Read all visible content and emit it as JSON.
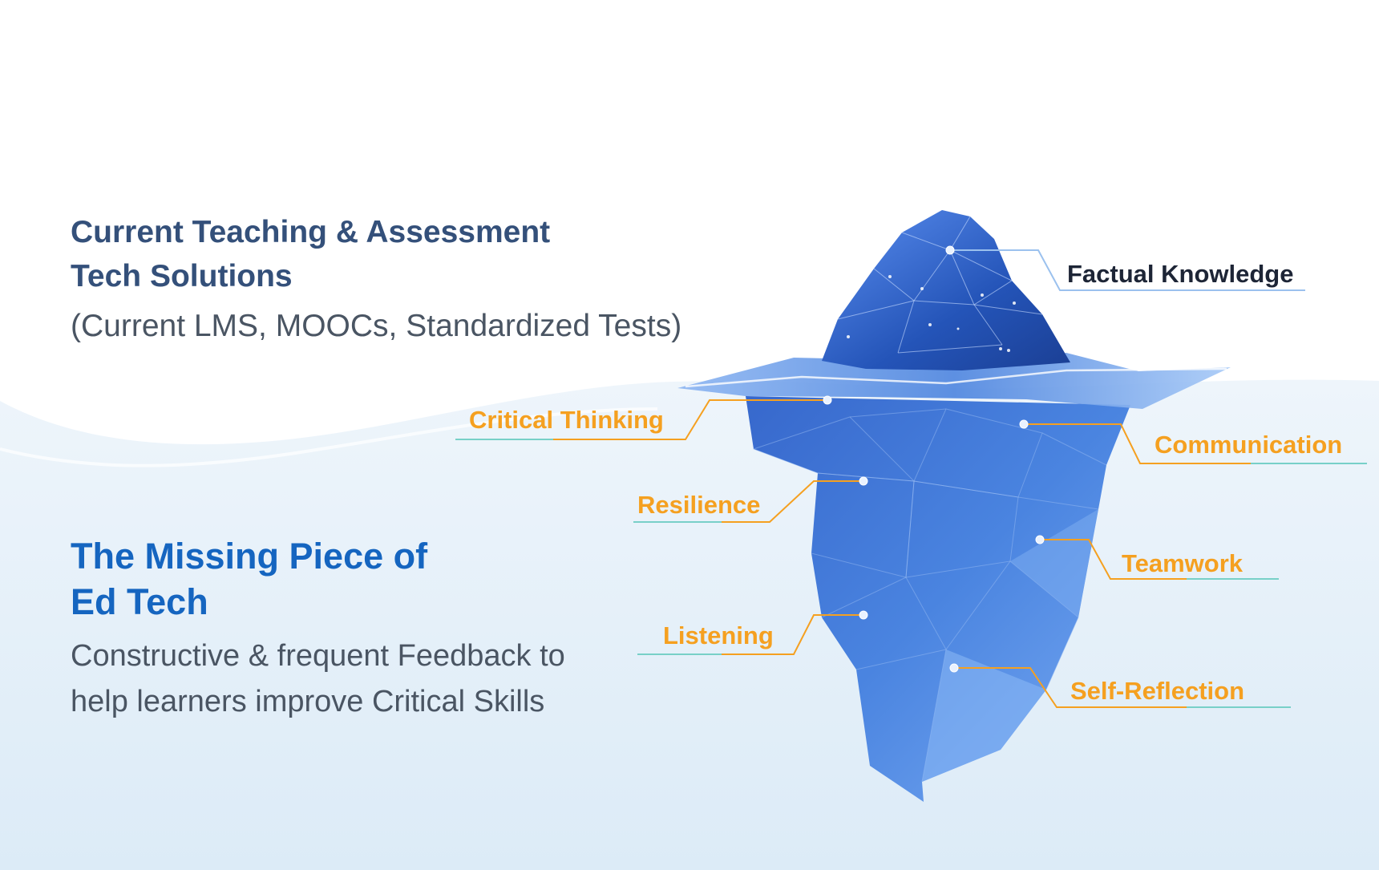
{
  "above_surface": {
    "title_line1": "Current Teaching & Assessment",
    "title_line2": "Tech Solutions",
    "subtitle": "(Current LMS, MOOCs, Standardized Tests)"
  },
  "below_surface": {
    "title_line1": "The Missing Piece of",
    "title_line2": "Ed Tech",
    "description_line1": "Constructive & frequent Feedback to",
    "description_line2": "help learners improve Critical Skills"
  },
  "iceberg": {
    "tip_label": "Factual Knowledge",
    "skills": {
      "critical_thinking": "Critical Thinking",
      "communication": "Communication",
      "resilience": "Resilience",
      "teamwork": "Teamwork",
      "listening": "Listening",
      "self_reflection": "Self-Reflection"
    }
  },
  "colors": {
    "tip_label": "#1d2536",
    "skill_label": "#f5a020",
    "above_title": "#34507a",
    "below_title": "#1565c0",
    "body_text": "#4a5563",
    "water": "#e3eff8",
    "ice": "#3f78d8"
  }
}
